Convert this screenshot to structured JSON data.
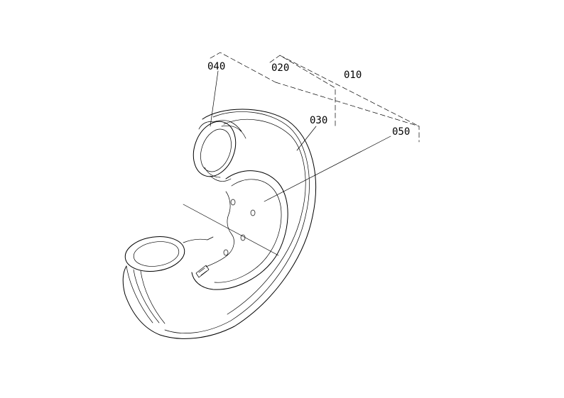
{
  "callouts": [
    {
      "id": "010",
      "text": "010"
    },
    {
      "id": "020",
      "text": "020"
    },
    {
      "id": "030",
      "text": "030"
    },
    {
      "id": "040",
      "text": "040"
    },
    {
      "id": "050",
      "text": "050"
    }
  ],
  "colors": {
    "line": "#000000",
    "background": "#ffffff"
  }
}
